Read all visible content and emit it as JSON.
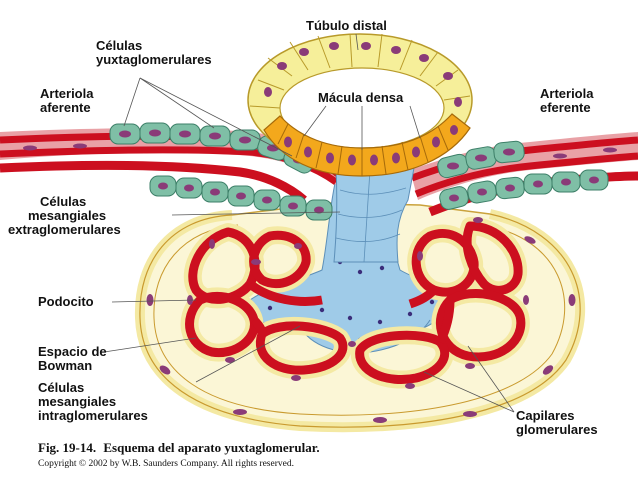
{
  "labels": {
    "tubulo_distal": "Túbulo distal",
    "celulas_yuxta": [
      "Células",
      "yuxtaglomerulares"
    ],
    "arteriola_aferente": [
      "Arteriola",
      "aferente"
    ],
    "macula_densa": "Mácula densa",
    "arteriola_eferente": [
      "Arteriola",
      "eferente"
    ],
    "mesangiales_extra": [
      "Células",
      "mesangiales",
      "extraglomerulares"
    ],
    "podocito": "Podocito",
    "espacio_bowman": [
      "Espacio de",
      "Bowman"
    ],
    "mesangiales_intra": [
      "Células",
      "mesangiales",
      "intraglomerulares"
    ],
    "capilares": [
      "Capilares",
      "glomerulares"
    ]
  },
  "caption": {
    "figure_number": "Fig. 19-14.",
    "figure_title": "Esquema del aparato yuxtaglomerular.",
    "copyright": "Copyright © 2002 by W.B. Saunders Company. All rights reserved."
  },
  "colors": {
    "tubule_cell": "#f6ef9a",
    "macula_cell": "#f3a81c",
    "nucleus": "#8a3b78",
    "vessel_red": "#cc0f1f",
    "juxta_cell": "#7fbfa6",
    "capsule": "#f4e9a3",
    "mesangium": "#9fcbe8"
  }
}
